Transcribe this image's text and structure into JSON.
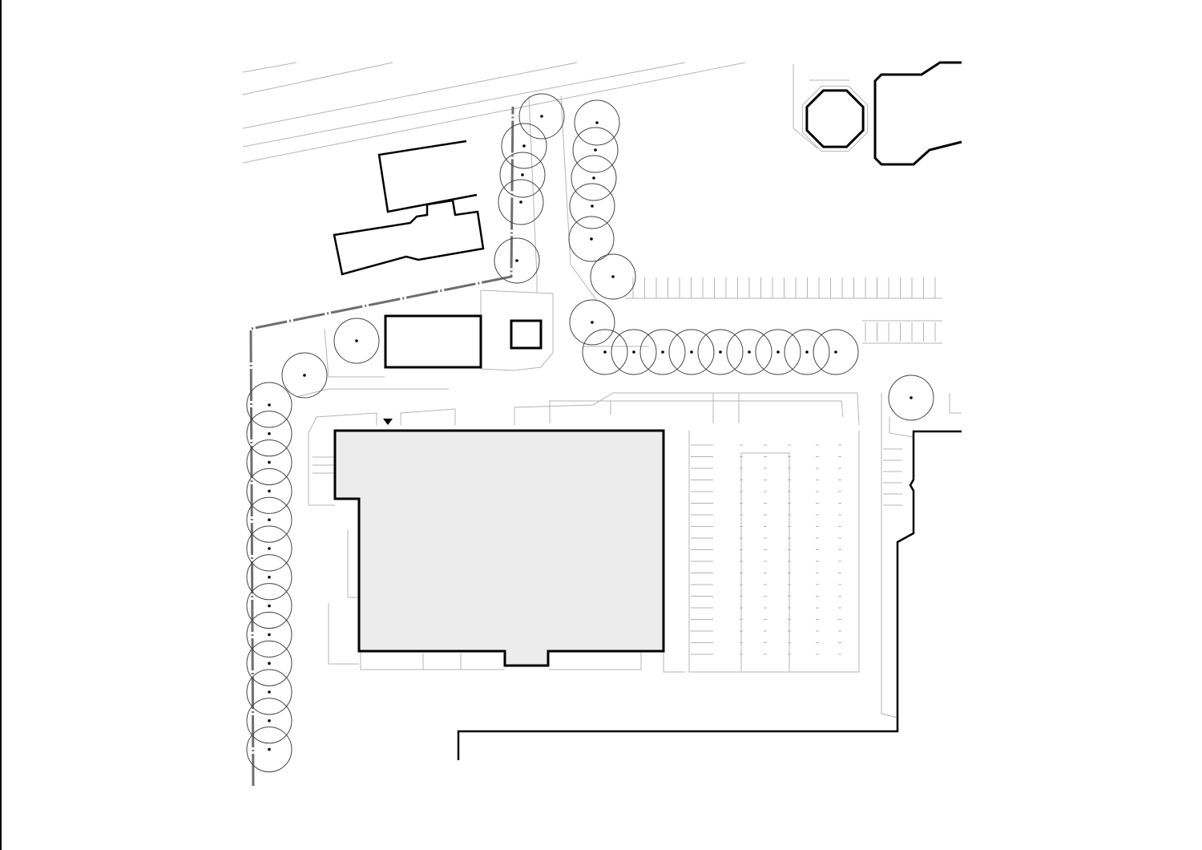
{
  "colors": {
    "background": "#ffffff",
    "building_fill": "#ececec",
    "building_stroke": "#000000",
    "thin_line": "#b4b4b4",
    "property_line": "#6e6e6e",
    "tree_stroke": "#444444"
  },
  "icons": {
    "entrance": "entrance-triangle-icon",
    "tree": "tree-icon"
  },
  "elements": {
    "main_building": "main-building",
    "property_line": "property-line",
    "trees": "tree-canopy",
    "parking": "parking-stalls"
  }
}
